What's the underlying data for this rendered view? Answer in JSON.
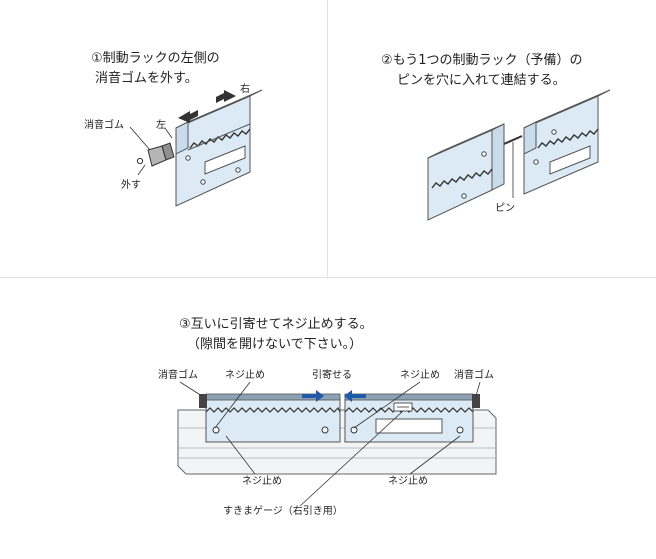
{
  "step1": {
    "line1": "①制動ラックの左側の",
    "line2": "消音ゴムを外す。",
    "label_rubber": "消音ゴム",
    "label_left": "左",
    "label_right": "右",
    "label_remove": "外す"
  },
  "step2": {
    "line1": "②もう1つの制動ラック（予備）の",
    "line2": "ピンを穴に入れて連結する。",
    "label_pin": "ピン"
  },
  "step3": {
    "line1": "③互いに引寄せてネジ止めする。",
    "line2": "（隙間を開けないで下さい。）",
    "label_rubber_left": "消音ゴム",
    "label_screw_top_left": "ネジ止め",
    "label_pull": "引寄せる",
    "label_screw_top_right": "ネジ止め",
    "label_rubber_right": "消音ゴム",
    "label_screw_bottom_left": "ネジ止め",
    "label_screw_bottom_right": "ネジ止め",
    "label_gauge": "すきまゲージ（右引き用）"
  },
  "colors": {
    "rack_fill": "#dbeaf5",
    "rack_edge": "#555555",
    "arrow_blue": "#1f5aa8",
    "line": "#333333"
  }
}
